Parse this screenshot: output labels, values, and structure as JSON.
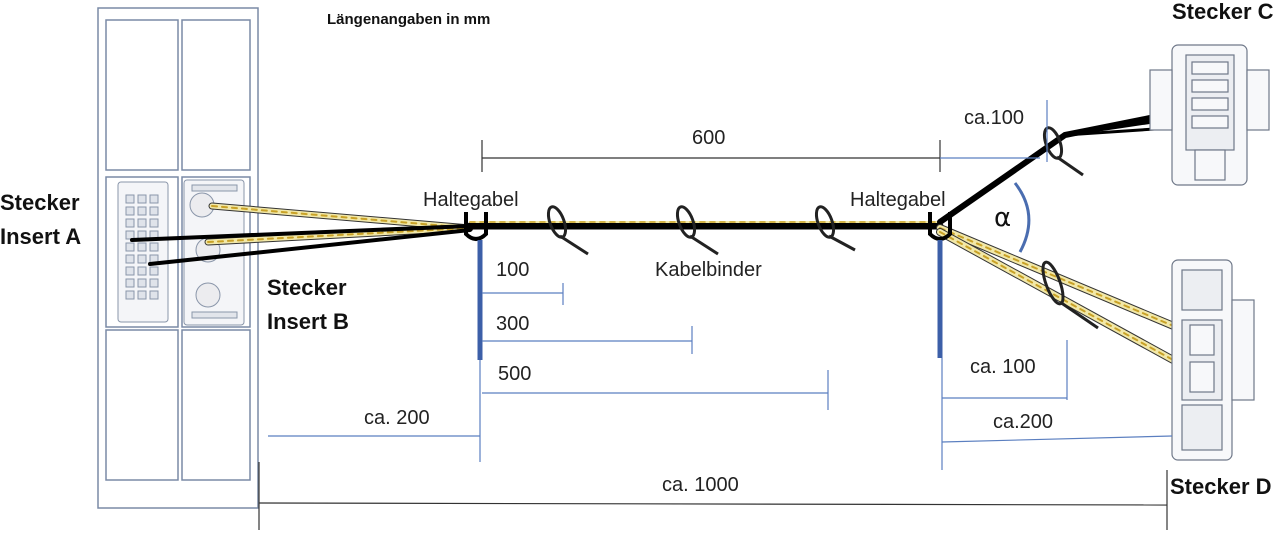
{
  "header": {
    "note": "Längenangaben in mm"
  },
  "connectors": {
    "insert_a": {
      "line1": "Stecker",
      "line2": "Insert A"
    },
    "insert_b": {
      "line1": "Stecker",
      "line2": "Insert B"
    },
    "c": {
      "label": "Stecker C"
    },
    "d": {
      "label": "Stecker D"
    }
  },
  "parts": {
    "haltegabel_left": "Haltegabel",
    "haltegabel_right": "Haltegabel",
    "kabelbinder": "Kabelbinder",
    "angle": "α"
  },
  "dimensions": {
    "d600": "600",
    "d100_left": "100",
    "d300": "300",
    "d500": "500",
    "d200_left": "ca. 200",
    "d100_c": "ca.100",
    "d100_d": "ca. 100",
    "d200_right": "ca.200",
    "d1000": "ca. 1000"
  },
  "colors": {
    "cable": "#000000",
    "striped_cable_fill": "#f2e8a8",
    "striped_cable_dash": "#c9a227",
    "marker_bar": "#3c5fa8",
    "dim_line_blue": "#5b7fc0",
    "dim_line_dark": "#333333",
    "frame": "#7a8aa6"
  }
}
